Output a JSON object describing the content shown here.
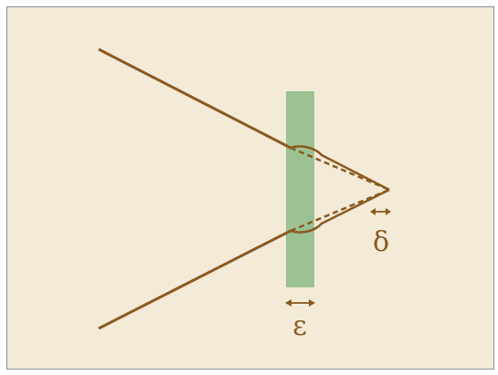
{
  "colors": {
    "background": "#f3ead8",
    "line": "#8b5a1f",
    "band": "#9cc294",
    "frame_border": "#8c8c8c"
  },
  "labels": {
    "epsilon": "ε",
    "delta": "δ"
  },
  "icons": {
    "epsilon_marker": "double-arrow-horizontal",
    "delta_marker": "double-arrow-horizontal"
  }
}
